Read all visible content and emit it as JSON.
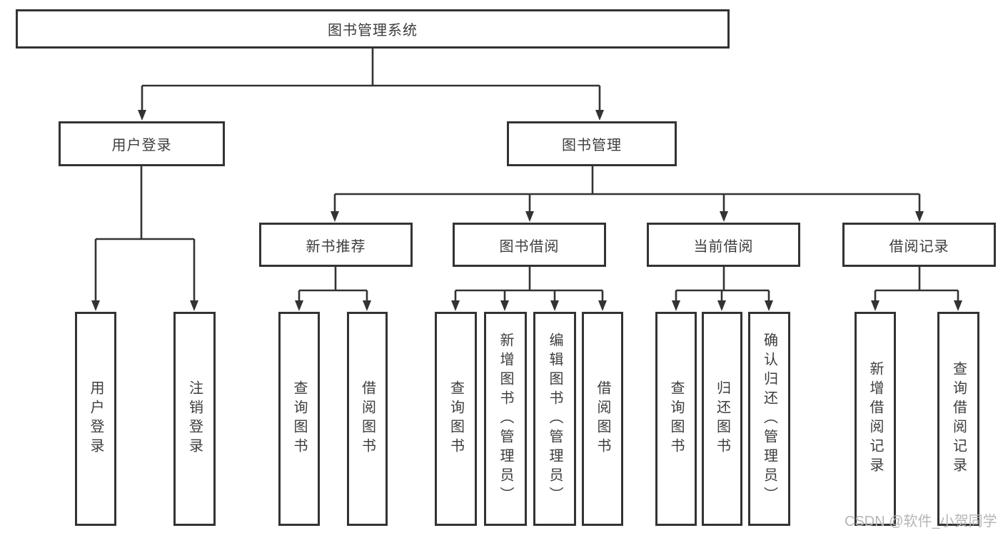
{
  "diagram": {
    "root": {
      "label": "图书管理系统"
    },
    "user_login": {
      "label": "用户登录",
      "children": [
        {
          "label": "用户登录"
        },
        {
          "label": "注销登录"
        }
      ]
    },
    "book_management": {
      "label": "图书管理",
      "modules": {
        "new_book_recommend": {
          "label": "新书推荐",
          "children": [
            {
              "label": "查询图书"
            },
            {
              "label": "借阅图书"
            }
          ]
        },
        "book_borrowing": {
          "label": "图书借阅",
          "children": [
            {
              "label": "查询图书"
            },
            {
              "label": "新增图书（管理员）"
            },
            {
              "label": "编辑图书（管理员）"
            },
            {
              "label": "借阅图书"
            }
          ]
        },
        "current_borrowing": {
          "label": "当前借阅",
          "children": [
            {
              "label": "查询图书"
            },
            {
              "label": "归还图书"
            },
            {
              "label": "确认归还（管理员）"
            }
          ]
        },
        "borrowing_records": {
          "label": "借阅记录",
          "children": [
            {
              "label": "新增借阅记录"
            },
            {
              "label": "查询借阅记录"
            }
          ]
        }
      }
    }
  },
  "watermark": "CSDN @软件_小贺同学",
  "colors": {
    "line": "#333333",
    "text": "#3d3d3d",
    "watermark": "#b5b5b5",
    "background": "#ffffff"
  }
}
